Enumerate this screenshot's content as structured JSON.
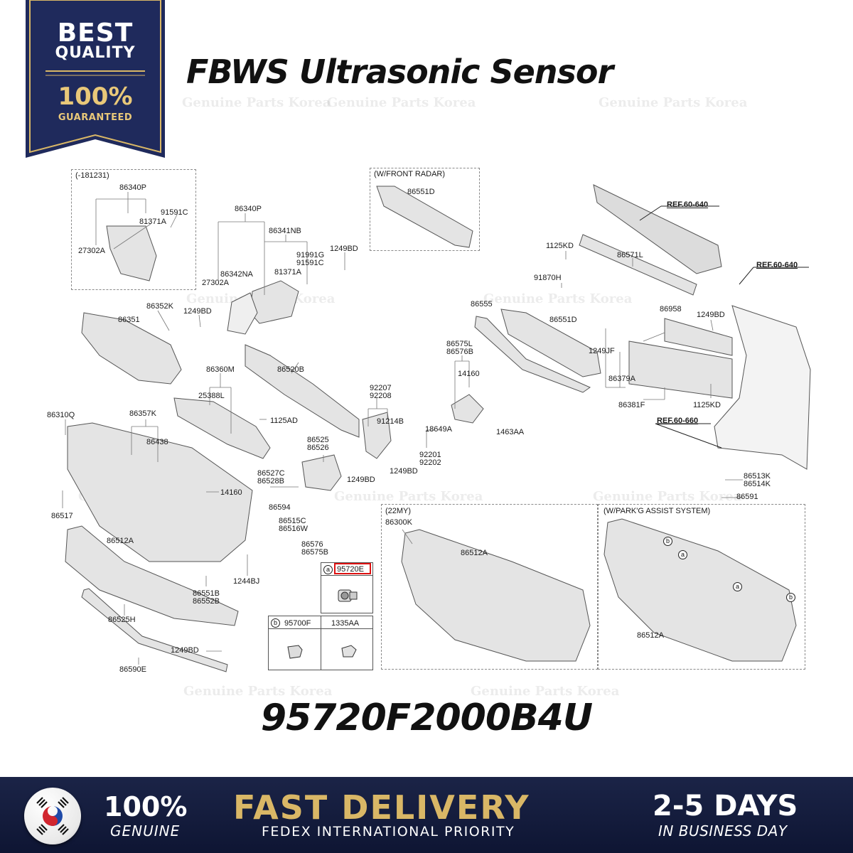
{
  "badge": {
    "best": "BEST",
    "quality": "QUALITY",
    "percent": "100%",
    "guaranteed": "GUARANTEED"
  },
  "title": "FBWS Ultrasonic Sensor",
  "part_number": "95720F2000B4U",
  "watermark_text": "Genuine Parts Korea",
  "diagram": {
    "groups": {
      "g1": "(-181231)",
      "g2": "(W/FRONT RADAR)",
      "g3": "(22MY)",
      "g4": "(W/PARK'G ASSIST SYSTEM)"
    },
    "refs": {
      "r1": "REF.60-640",
      "r2": "REF.60-640",
      "r3": "REF.60-660"
    },
    "labels": {
      "l86340P_a": "86340P",
      "l91591C_a": "91591C",
      "l81371A_a": "81371A",
      "l27302A_a": "27302A",
      "l86340P_b": "86340P",
      "l86341NB": "86341NB",
      "l91991G": "91991G",
      "l91591C_b": "91591C",
      "l81371A_b": "81371A",
      "l86342NA": "86342NA",
      "l27302A_b": "27302A",
      "l1249BD_a": "1249BD",
      "l86551D_a": "86551D",
      "l1125KD_a": "1125KD",
      "l86571L": "86571L",
      "l91870H": "91870H",
      "l86352K": "86352K",
      "l1249BD_b": "1249BD",
      "l86351": "86351",
      "l86555": "86555",
      "l86551D_b": "86551D",
      "l86958": "86958",
      "l1249BD_c": "1249BD",
      "l1249JF": "1249JF",
      "l86379A": "86379A",
      "l86381F": "86381F",
      "l1125KD_b": "1125KD",
      "l86360M": "86360M",
      "l86520B": "86520B",
      "l25388L": "25388L",
      "l1125AD": "1125AD",
      "l86575L": "86575L",
      "l86576B": "86576B",
      "l14160_a": "14160",
      "l92207": "92207",
      "l92208": "92208",
      "l91214B": "91214B",
      "l18649A": "18649A",
      "l1463AA": "1463AA",
      "l86310Q": "86310Q",
      "l86357K": "86357K",
      "l86438": "86438",
      "l86525": "86525",
      "l86526": "86526",
      "l92201": "92201",
      "l92202": "92202",
      "l1249BD_d": "1249BD",
      "l86527C": "86527C",
      "l86528B": "86528B",
      "l1249BD_e": "1249BD",
      "l14160_b": "14160",
      "l86594": "86594",
      "l86517": "86517",
      "l86512A_a": "86512A",
      "l86515C": "86515C",
      "l86516W": "86516W",
      "l86576": "86576",
      "l86575B": "86575B",
      "l1244BJ": "1244BJ",
      "l86551B": "86551B",
      "l86552B": "86552B",
      "l86525H": "86525H",
      "l1249BD_f": "1249BD",
      "l86590E": "86590E",
      "l86513K": "86513K",
      "l86514K": "86514K",
      "l86591": "86591",
      "l86300K": "86300K",
      "l86512A_b": "86512A",
      "l86512A_c": "86512A"
    },
    "callouts": {
      "a": "a",
      "b": "b",
      "sensor_label": "95720E",
      "clip_label": "95700F",
      "nut_label": "1335AA"
    }
  },
  "footer": {
    "genuine_pct": "100%",
    "genuine": "GENUINE",
    "fast_delivery": "FAST DELIVERY",
    "shipping": "FEDEX INTERNATIONAL PRIORITY",
    "days": "2-5 DAYS",
    "business_day": "IN BUSINESS DAY"
  },
  "colors": {
    "badge_navy": "#1f2a5c",
    "badge_gold": "#d9b766",
    "footer_navy": "#131b3d",
    "highlight_red": "#dd1111"
  }
}
